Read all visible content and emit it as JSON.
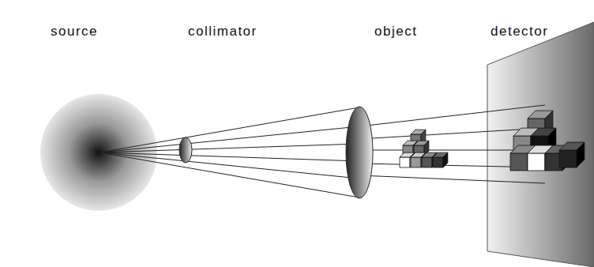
{
  "diagram": {
    "labels": [
      "source",
      "collimator",
      "object",
      "detector"
    ]
  }
}
